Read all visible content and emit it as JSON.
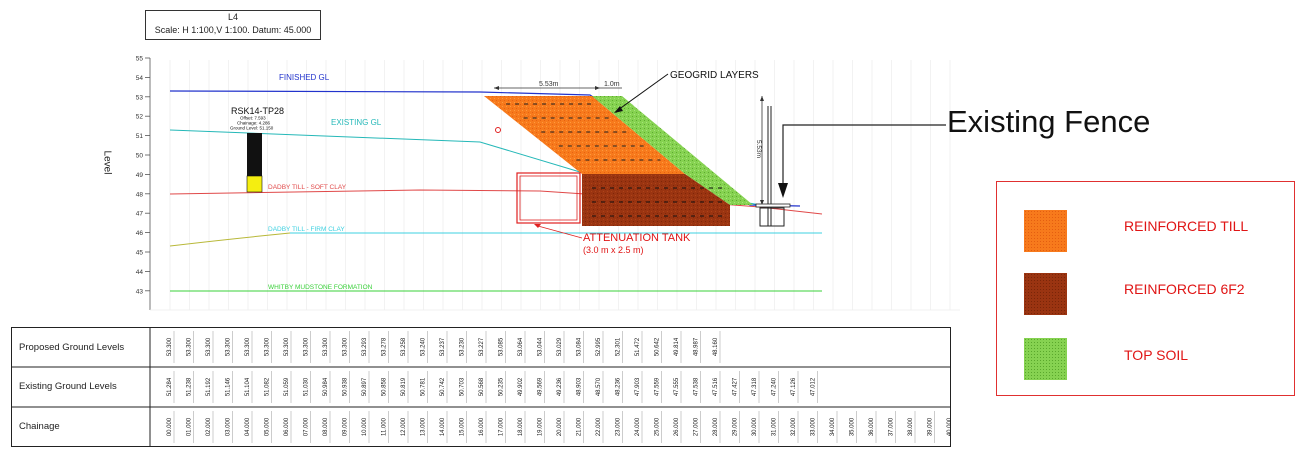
{
  "title_block": {
    "name": "L4",
    "scale": "Scale: H 1:100,V 1:100. Datum: 45.000"
  },
  "axis": {
    "label": "Level",
    "ticks": [
      "55",
      "54",
      "53",
      "52",
      "51",
      "50",
      "49",
      "48",
      "47",
      "46",
      "45",
      "44",
      "43"
    ]
  },
  "layers": {
    "finished_gl": "FINISHED GL",
    "existing_gl": "EXISTING GL",
    "soft_clay": "DADBY TILL - SOFT CLAY",
    "firm_clay": "DADBY TILL - FIRM CLAY",
    "mudstone": "WHITBY MUDSTONE FORMATION"
  },
  "borehole": {
    "id": "RSK14-TP28",
    "offset": "Offset: 7.593",
    "chainage": "Chainage: 4.286",
    "ground_level": "Ground Level: 51.150"
  },
  "dimensions": {
    "width_main": "5.53m",
    "width_top": "1.0m",
    "height": "5.53m"
  },
  "annotations": {
    "geogrid": "GEOGRID LAYERS",
    "tank": "ATTENUATION TANK",
    "tank_size": "(3.0 m x 2.5 m)",
    "fence": "Existing Fence"
  },
  "legend": [
    {
      "label": "REINFORCED TILL",
      "color": "#f77a1c"
    },
    {
      "label": "REINFORCED 6F2",
      "color": "#9a3411"
    },
    {
      "label": "TOP SOIL",
      "color": "#86d251"
    }
  ],
  "colors": {
    "finished_gl": "#2233cc",
    "existing_gl": "#25b8b8",
    "soft_clay": "#e04848",
    "firm_clay": "#3cd0e0",
    "mudstone": "#39d039",
    "accent_red": "#e01515"
  },
  "table": {
    "rows": [
      "Proposed Ground Levels",
      "Existing Ground Levels",
      "Chainage"
    ],
    "proposed": [
      "53.300",
      "53.300",
      "53.300",
      "53.300",
      "53.300",
      "53.300",
      "53.300",
      "53.300",
      "53.300",
      "53.300",
      "53.293",
      "53.278",
      "53.258",
      "53.240",
      "53.237",
      "53.230",
      "53.227",
      "53.085",
      "53.064",
      "53.044",
      "53.029",
      "53.084",
      "52.995",
      "52.301",
      "51.472",
      "50.642",
      "49.814",
      "48.987",
      "48.160"
    ],
    "existing": [
      "51.284",
      "51.238",
      "51.192",
      "51.146",
      "51.104",
      "51.082",
      "51.059",
      "51.030",
      "50.984",
      "50.938",
      "50.897",
      "50.858",
      "50.819",
      "50.781",
      "50.742",
      "50.703",
      "50.568",
      "50.235",
      "49.902",
      "49.569",
      "49.236",
      "48.903",
      "48.570",
      "48.236",
      "47.903",
      "47.559",
      "47.555",
      "47.538",
      "47.516",
      "47.427",
      "47.318",
      "47.240",
      "47.126",
      "47.012"
    ],
    "chainage": [
      "00.000",
      "01.000",
      "02.000",
      "03.000",
      "04.000",
      "05.000",
      "06.000",
      "07.000",
      "08.000",
      "09.000",
      "10.000",
      "11.000",
      "12.000",
      "13.000",
      "14.000",
      "15.000",
      "16.000",
      "17.000",
      "18.000",
      "19.000",
      "20.000",
      "21.000",
      "22.000",
      "23.000",
      "24.000",
      "25.000",
      "26.000",
      "27.000",
      "28.000",
      "29.000",
      "30.000",
      "31.000",
      "32.000",
      "33.000",
      "34.000",
      "35.000",
      "36.000",
      "37.000",
      "38.000",
      "39.000",
      "40.000"
    ]
  }
}
